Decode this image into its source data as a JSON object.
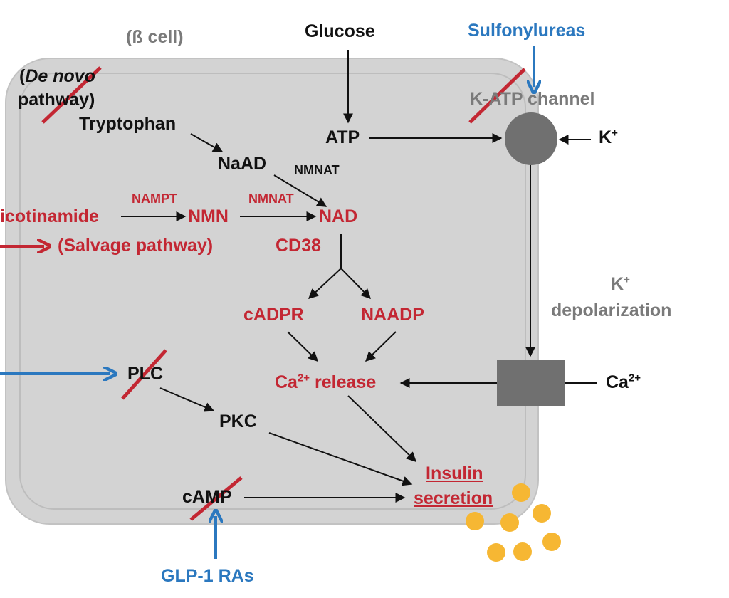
{
  "cell_label": "(ß cell)",
  "de_novo": {
    "line1_italic": "De novo",
    "line1_prefix": "(",
    "line2": "pathway)"
  },
  "inputs": {
    "glucose": "Glucose",
    "sulfonylureas": "Sulfonylureas",
    "glp1": "GLP-1 RAs"
  },
  "nodes": {
    "tryptophan": "Tryptophan",
    "naad": "NaAD",
    "atp": "ATP",
    "katp_channel": "K-ATP channel",
    "k_ion": "K",
    "k_ion_sup": "+",
    "nicotinamide": "icotinamide",
    "salvage": "(Salvage pathway)",
    "nmn": "NMN",
    "nad": "NAD",
    "cd38": "CD38",
    "cadpr": "cADPR",
    "naadp": "NAADP",
    "ca_release_prefix": "Ca",
    "ca_release_sup": "2+",
    "ca_release_suffix": "release",
    "plc": "PLC",
    "pkc": "PKC",
    "camp": "cAMP",
    "insulin_line1": "Insulin",
    "insulin_line2": "secretion",
    "ca_ion": "Ca",
    "ca_ion_sup": "2+",
    "depol_k": "K",
    "depol_k_sup": "+",
    "depol_text": "depolarization"
  },
  "enzymes": {
    "nmnat_top": "NMNAT",
    "nampt": "NAMPT",
    "nmnat_mid": "NMNAT"
  },
  "colors": {
    "cell_fill": "#d3d3d3",
    "cell_border": "#bdbdbd",
    "arrow_black": "#111111",
    "red": "#c32733",
    "blue": "#2b78bf",
    "gray": "#7a7a7a",
    "channel": "#707070",
    "granule": "#f6b733"
  }
}
